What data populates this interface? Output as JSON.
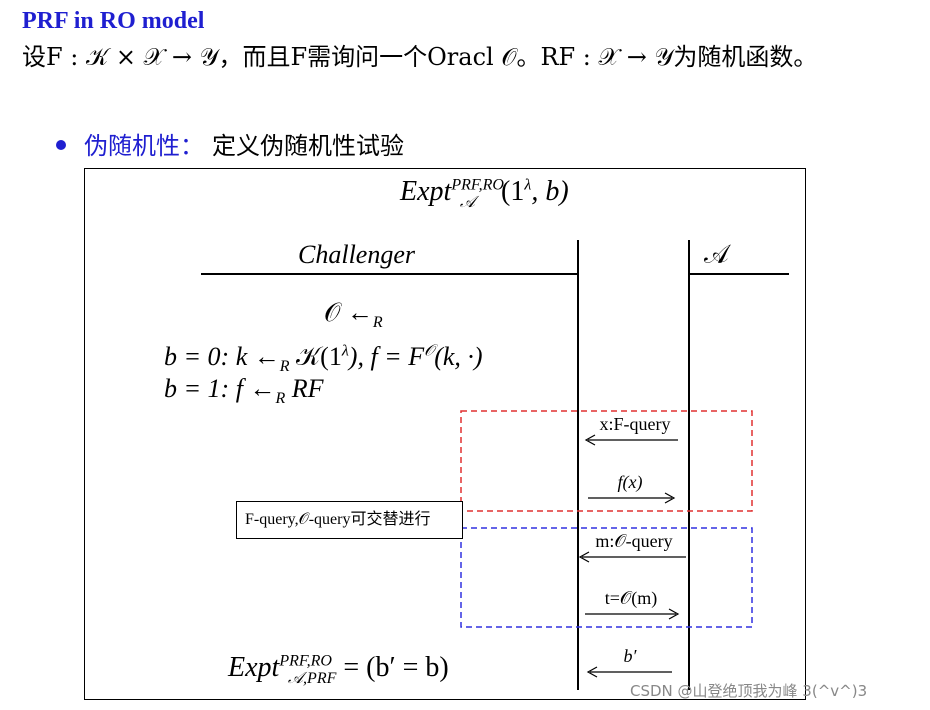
{
  "header": {
    "title": "PRF in RO model",
    "intro": "设F : 𝒦 × 𝒳 → 𝒴，而且F需询问一个Oracl 𝒪。RF : 𝒳 → 𝒴为随机函数。"
  },
  "bullet": {
    "label": "伪随机性：",
    "text": "定义伪随机性试验"
  },
  "experiment": {
    "title_base": "Expt",
    "title_sup": "PRF,RO",
    "title_sub": "𝒜",
    "title_args": "(1",
    "title_lambda": "λ",
    "title_end": ", b)",
    "challenger_label": "Challenger",
    "adversary_label": "𝒜",
    "step_oracle": "𝒪 ←",
    "step_oracle_sub": "R",
    "step_b0": "b = 0: k ←",
    "step_b0_sub": "R",
    "step_b0_rest": "𝒦(1",
    "step_b0_lambda": "λ",
    "step_b0_end": "), f = F",
    "step_b0_sup": "𝒪",
    "step_b0_tail": "(k, ·)",
    "step_b1": "b = 1: f ←",
    "step_b1_sub": "R",
    "step_b1_rest": " RF",
    "messages": [
      {
        "label": "x:F-query",
        "direction": "left"
      },
      {
        "label": "f(x)",
        "direction": "right"
      },
      {
        "label": "m:𝒪-query",
        "direction": "left"
      },
      {
        "label": "t=𝒪(m)",
        "direction": "right"
      },
      {
        "label": "b′",
        "direction": "left"
      }
    ],
    "note": "F-query,𝒪-query可交替进行",
    "final_base": "Expt",
    "final_sup": "PRF,RO",
    "final_sub": "𝒜,PRF",
    "final_rest": " = (b′ = b)",
    "red_box_color": "#e03030",
    "blue_box_color": "#3030e0"
  },
  "watermark": "CSDN @山登绝顶我为峰 3(^v^)3"
}
